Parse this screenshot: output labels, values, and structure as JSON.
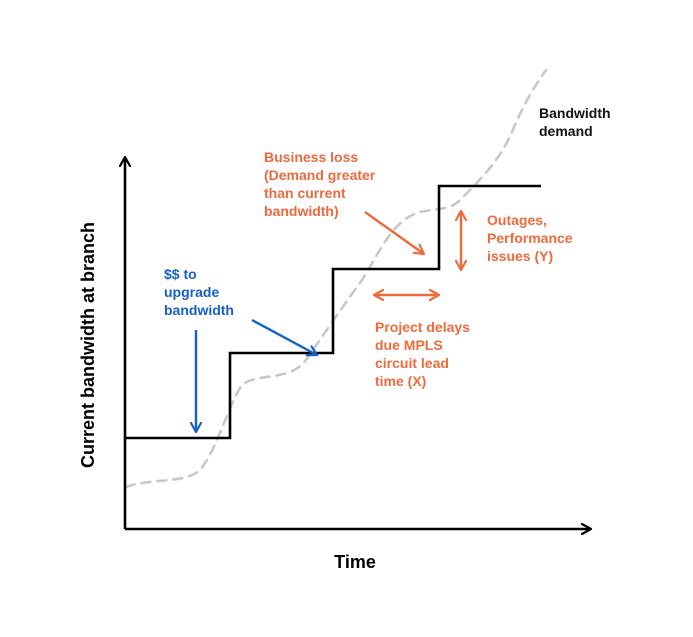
{
  "axes": {
    "x_label": "Time",
    "y_label": "Current bandwidth at branch"
  },
  "annotations": {
    "demand": [
      "Bandwidth",
      "demand"
    ],
    "business_loss": [
      "Business loss",
      "(Demand greater",
      "than current",
      "bandwidth)"
    ],
    "outages": [
      "Outages,",
      "Performance",
      "issues (Y)"
    ],
    "project_delays": [
      "Project delays",
      "due MPLS",
      "circuit lead",
      "time (X)"
    ],
    "upgrade_cost": [
      "$$ to",
      "upgrade",
      "bandwidth"
    ]
  },
  "colors": {
    "capacity_line": "#000000",
    "demand_line": "#C8C8C8",
    "risk_accent": "#EE6A3C",
    "cost_accent": "#1560C9"
  }
}
